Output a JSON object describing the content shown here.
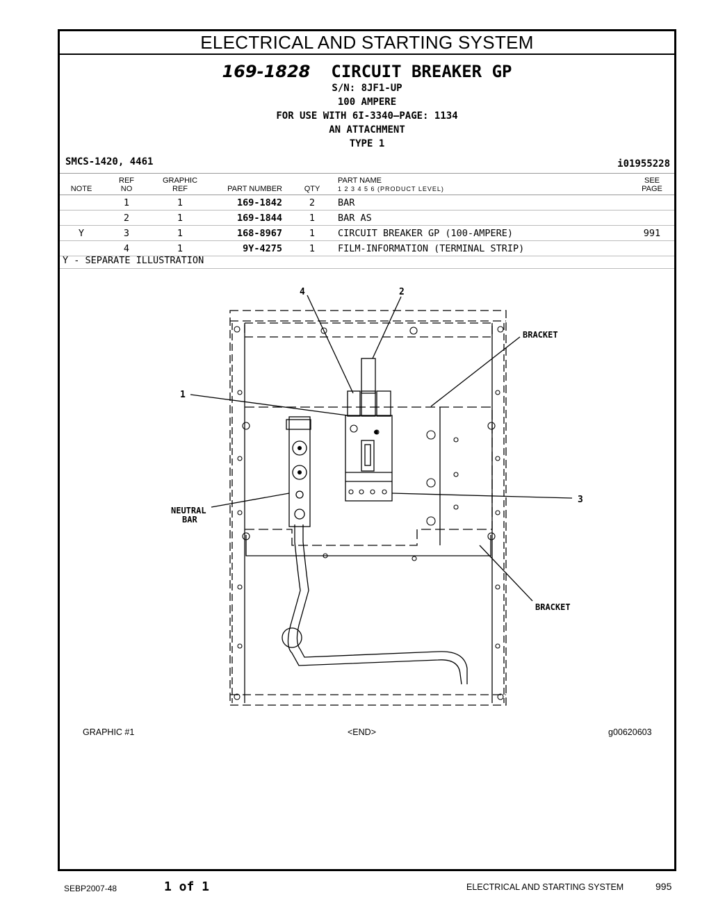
{
  "section_title": "ELECTRICAL AND STARTING SYSTEM",
  "header": {
    "part_number": "169-1828",
    "part_name": "CIRCUIT BREAKER GP",
    "lines": [
      "S/N: 8JF1-UP",
      "100 AMPERE",
      "FOR USE WITH 6I-3340—PAGE: 1134",
      "AN ATTACHMENT",
      "TYPE 1"
    ]
  },
  "smcs": "SMCS-1420, 4461",
  "illustration_id": "i01955228",
  "table": {
    "headers": {
      "note": "NOTE",
      "ref_top": "REF",
      "ref_bottom": "NO",
      "graphic_top": "GRAPHIC",
      "graphic_bottom": "REF",
      "part_number": "PART NUMBER",
      "qty": "QTY",
      "part_name": "PART NAME",
      "levels": "1  2  3  4  5  6   (PRODUCT LEVEL)",
      "see_top": "SEE",
      "see_bottom": "PAGE"
    },
    "rows": [
      {
        "note": "",
        "ref": "1",
        "graphic": "1",
        "part_number": "169-1842",
        "qty": "2",
        "name": "BAR",
        "see": ""
      },
      {
        "note": "",
        "ref": "2",
        "graphic": "1",
        "part_number": "169-1844",
        "qty": "1",
        "name": "BAR AS",
        "see": ""
      },
      {
        "note": "Y",
        "ref": "3",
        "graphic": "1",
        "part_number": "168-8967",
        "qty": "1",
        "name": "CIRCUIT BREAKER GP (100-AMPERE)",
        "see": "991"
      },
      {
        "note": "",
        "ref": "4",
        "graphic": "1",
        "part_number": "9Y-4275",
        "qty": "1",
        "name": "FILM-INFORMATION (TERMINAL STRIP)",
        "see": ""
      }
    ],
    "footnote": "Y - SEPARATE ILLUSTRATION"
  },
  "graphic": {
    "callouts": {
      "c1": "1",
      "c2": "2",
      "c3": "3",
      "c4": "4"
    },
    "labels": {
      "bracket_top": "BRACKET",
      "bracket_bottom": "BRACKET",
      "neutral_1": "NEUTRAL",
      "neutral_2": "BAR"
    },
    "caption_left": "GRAPHIC #1",
    "caption_center": "<END>",
    "caption_right": "g00620603"
  },
  "footer": {
    "doc_id": "SEBP2007-48",
    "page_of": "1 of 1",
    "section": "ELECTRICAL AND STARTING SYSTEM",
    "page_number": "995"
  }
}
